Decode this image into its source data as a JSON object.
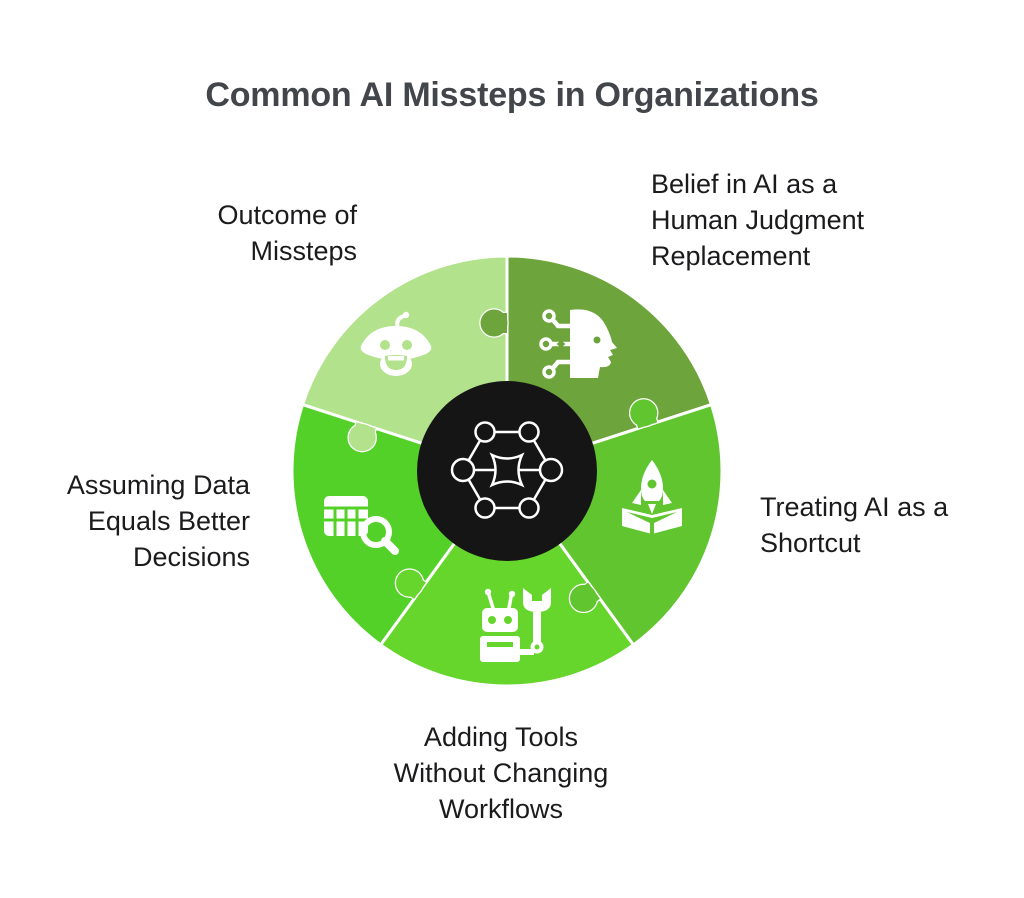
{
  "title": "Common AI Missteps in Organizations",
  "colors": {
    "background": "#ffffff",
    "title": "#42464a",
    "label": "#1b1b1d",
    "center_circle": "#151515",
    "icon": "#ffffff",
    "gap": "#ffffff"
  },
  "center": {
    "icon": "network-nodes-icon"
  },
  "segments": [
    {
      "id": "outcome",
      "color": "#b2e28b",
      "icon": "baby-face-icon",
      "start": 90,
      "end": 162,
      "label_lines": [
        "Outcome of",
        "Missteps"
      ]
    },
    {
      "id": "belief",
      "color": "#6da43c",
      "icon": "ai-head-circuit-icon",
      "start": 18,
      "end": 90,
      "label_lines": [
        "Belief in AI as a",
        "Human Judgment",
        "Replacement"
      ]
    },
    {
      "id": "shortcut",
      "color": "#60c52e",
      "icon": "rocket-launch-box-icon",
      "start": 306,
      "end": 378,
      "label_lines": [
        "Treating AI as a",
        "Shortcut"
      ]
    },
    {
      "id": "tools",
      "color": "#66d52c",
      "icon": "robot-wrench-icon",
      "start": 234,
      "end": 306,
      "label_lines": [
        "Adding Tools",
        "Without Changing",
        "Workflows"
      ]
    },
    {
      "id": "data",
      "color": "#54d129",
      "icon": "data-table-magnifier-icon",
      "start": 162,
      "end": 234,
      "label_lines": [
        "Assuming Data",
        "Equals Better",
        "Decisions"
      ]
    }
  ],
  "knobs": [
    {
      "angle": 90,
      "dir": 1,
      "segment": "belief"
    },
    {
      "angle": 18,
      "dir": 1,
      "segment": "shortcut"
    },
    {
      "angle": 306,
      "dir": -1,
      "segment": "shortcut"
    },
    {
      "angle": 234,
      "dir": -1,
      "segment": "tools"
    },
    {
      "angle": 162,
      "dir": 1,
      "segment": "outcome"
    }
  ]
}
